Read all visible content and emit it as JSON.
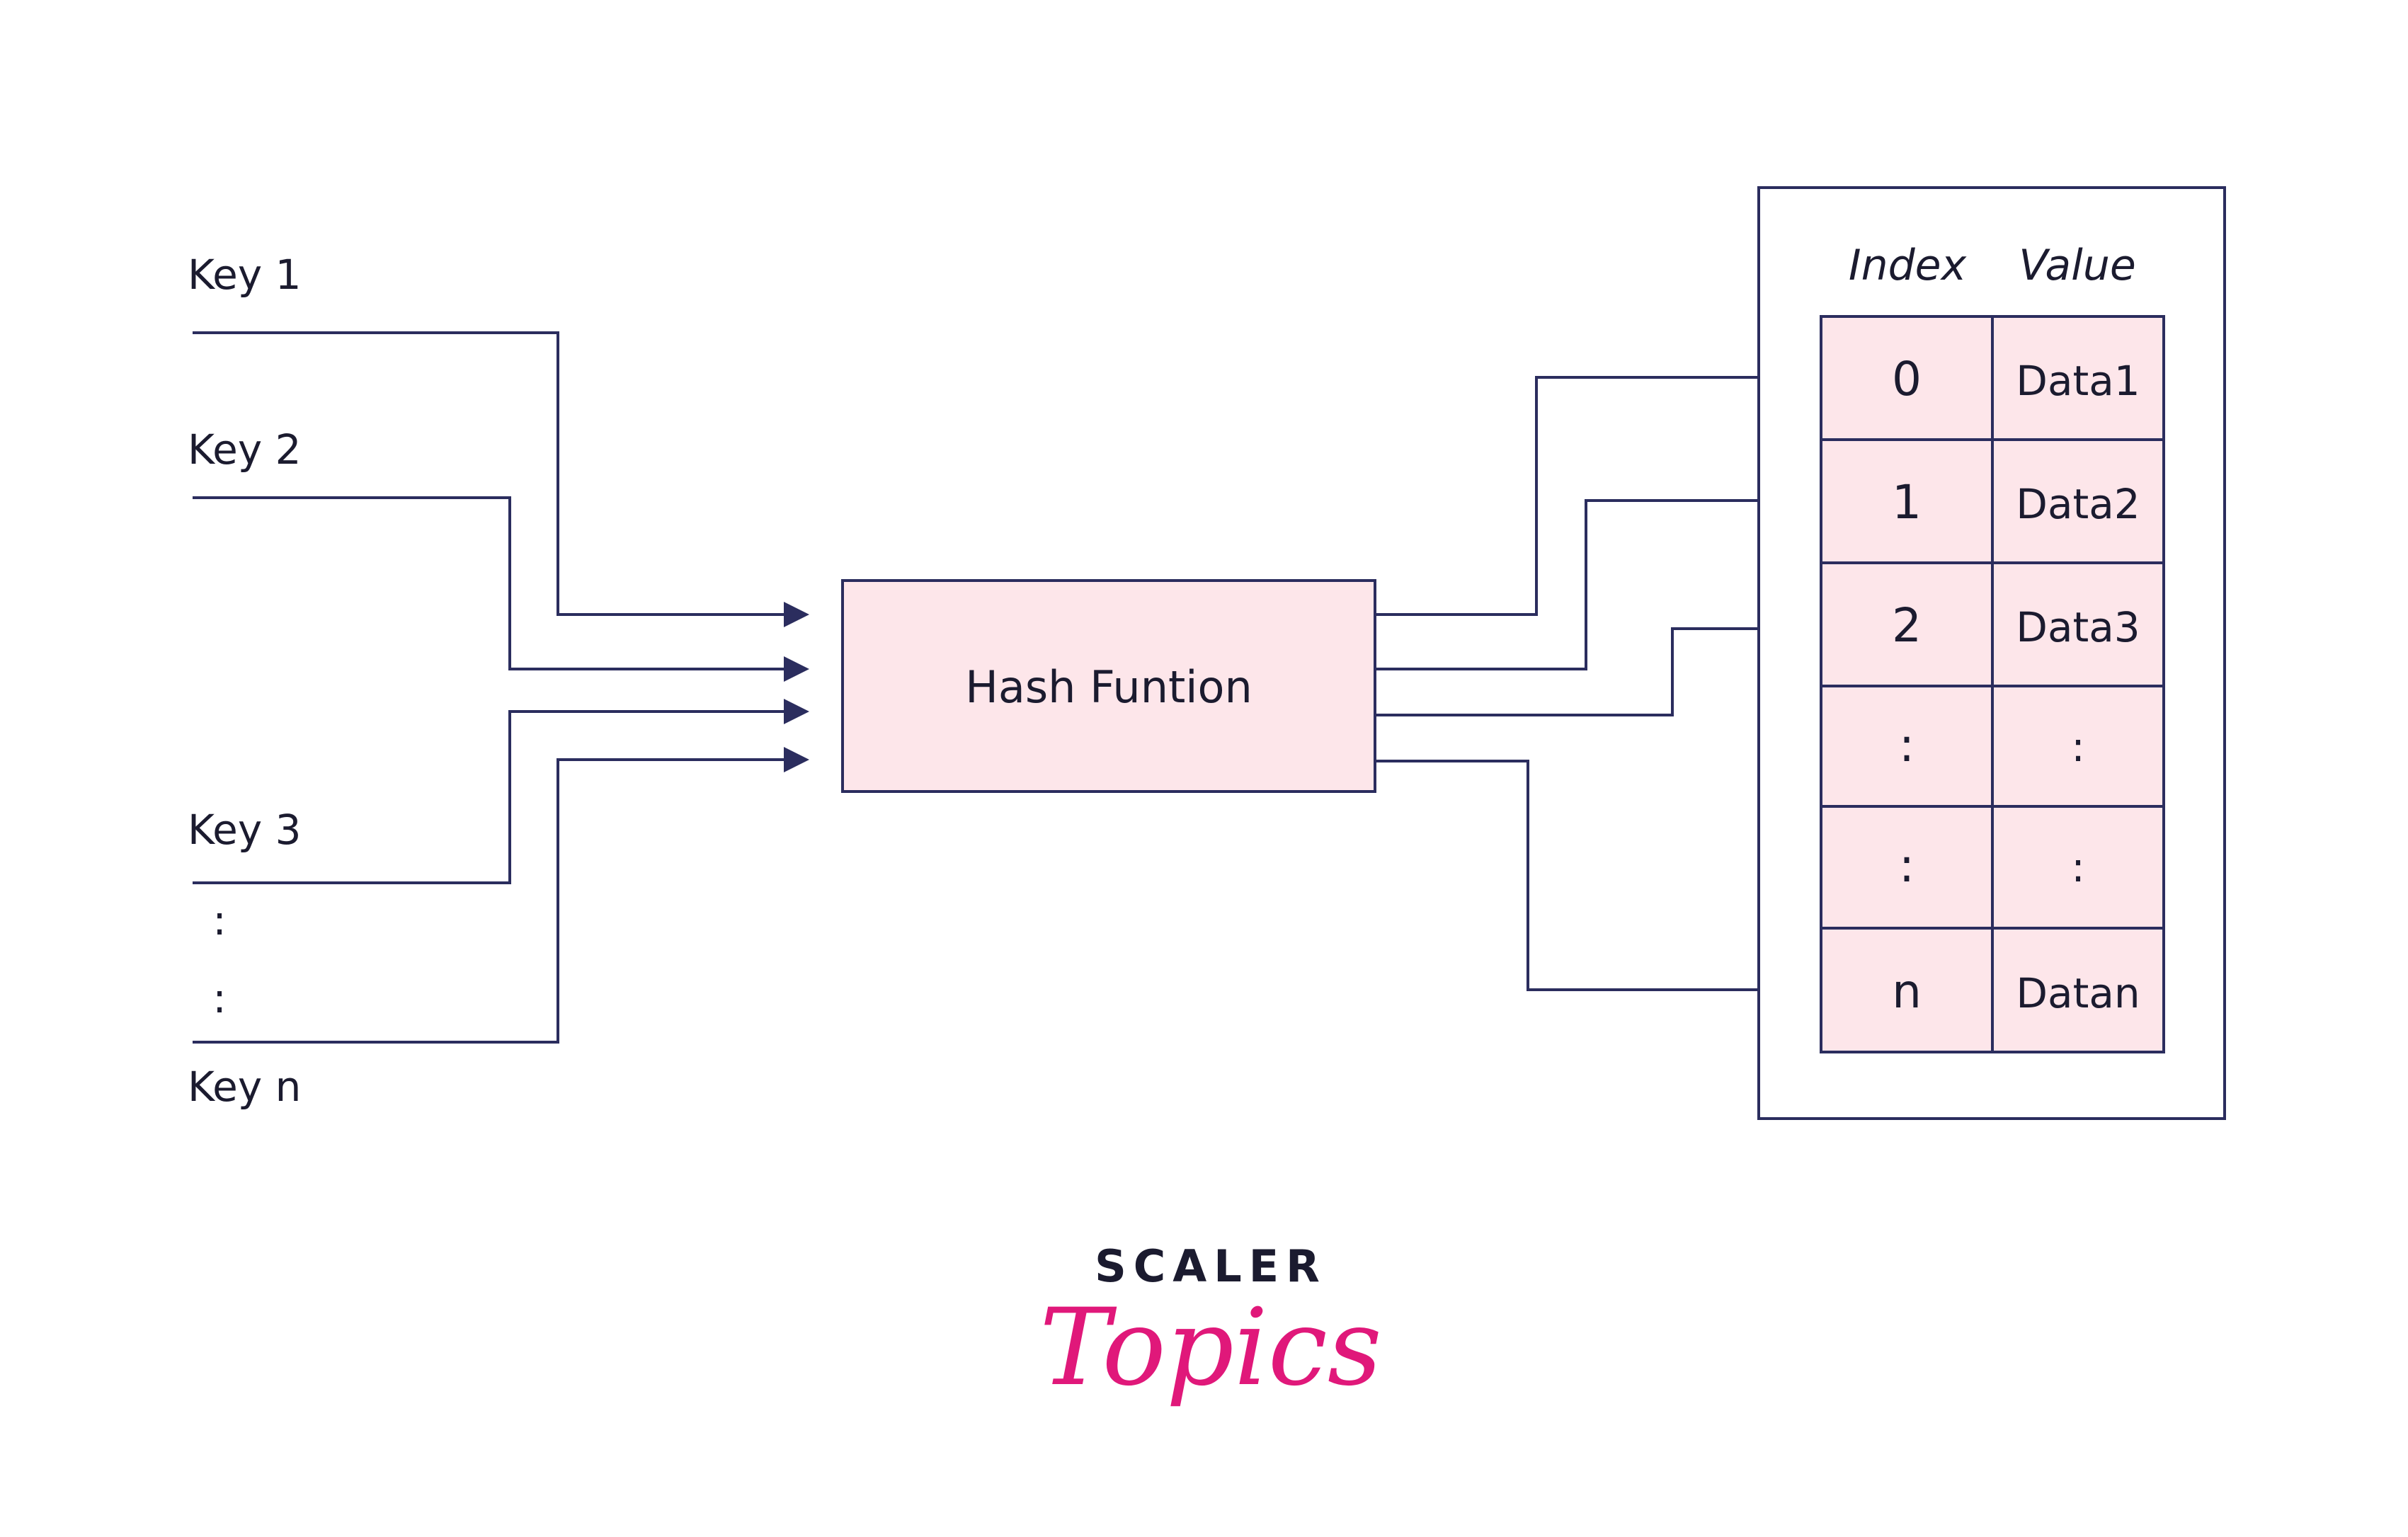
{
  "keys": [
    "Key 1",
    "Key 2",
    "Key 3",
    "Key n"
  ],
  "key_ellipsis": [
    ":",
    ":"
  ],
  "hash_label": "Hash Funtion",
  "table": {
    "headers": {
      "index": "Index",
      "value": "Value"
    },
    "rows": [
      {
        "index": "0",
        "value": "Data1"
      },
      {
        "index": "1",
        "value": "Data2"
      },
      {
        "index": "2",
        "value": "Data3"
      },
      {
        "index": ":",
        "value": ":"
      },
      {
        "index": ":",
        "value": ":"
      },
      {
        "index": "n",
        "value": "Datan"
      }
    ]
  },
  "brand": {
    "line1": "SCALER",
    "line2": "Topics"
  },
  "colors": {
    "ink": "#2b2d5e",
    "fill": "#fde6ea",
    "brand_pink": "#e0187a",
    "text": "#1b1b2f"
  }
}
